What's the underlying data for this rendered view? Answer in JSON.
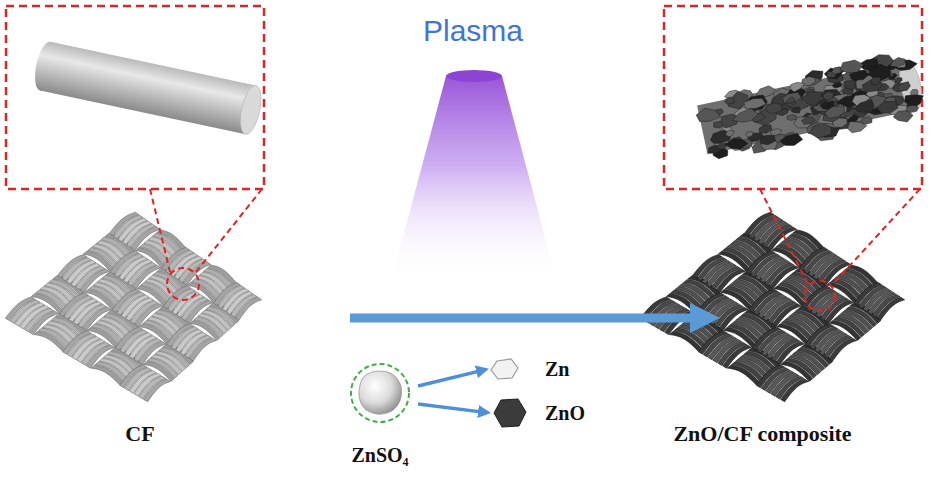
{
  "diagram": {
    "nodes": [
      {
        "text": [
          "CF"
        ]
      },
      {
        "text": [
          "ZnSO₄"
        ]
      },
      {
        "text": [
          "Zn"
        ]
      },
      {
        "text": [
          "ZnO"
        ]
      },
      {
        "text": [
          "ZnO/CF composite"
        ]
      }
    ],
    "edges": [
      {
        "from": 0,
        "to": 4,
        "arrow": "to"
      },
      {
        "from": 1,
        "to": 2,
        "arrow": "to"
      },
      {
        "from": 1,
        "to": 3,
        "arrow": "to"
      }
    ],
    "labels": [
      "Plasma"
    ]
  }
}
